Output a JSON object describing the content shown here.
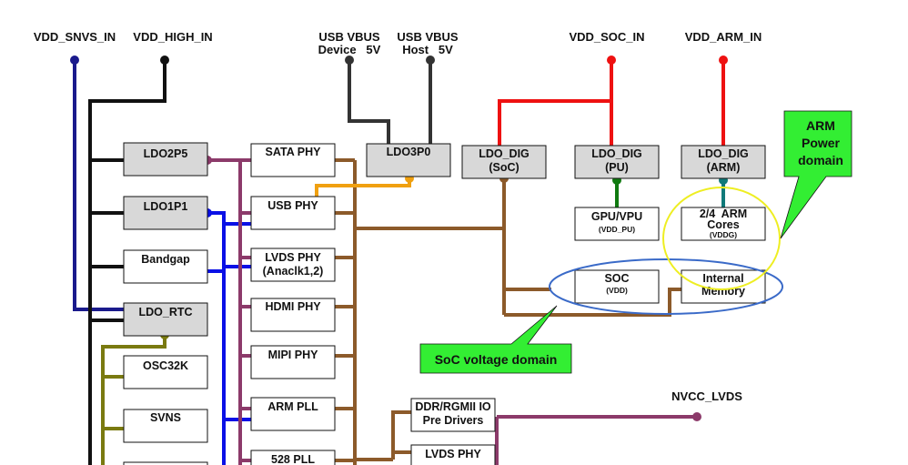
{
  "inputs": {
    "vdd_snvs_in": "VDD_SNVS_IN",
    "vdd_high_in": "VDD_HIGH_IN",
    "usb_vbus_device_1": "USB VBUS",
    "usb_vbus_device_2": "Device   5V",
    "usb_vbus_host_1": "USB VBUS",
    "usb_vbus_host_2": "Host   5V",
    "vdd_soc_in": "VDD_SOC_IN",
    "vdd_arm_in": "VDD_ARM_IN",
    "nvcc_lvds": "NVCC_LVDS"
  },
  "blocks": {
    "ldo2p5": "LDO2P5",
    "ldo1p1": "LDO1P1",
    "bandgap": "Bandgap",
    "ldo_rtc": "LDO_RTC",
    "osc32k": "OSC32K",
    "svns": "SVNS",
    "sata_phy": "SATA PHY",
    "usb_phy": "USB PHY",
    "lvds_phy_1": "LVDS PHY",
    "lvds_phy_2": "(Anaclk1,2)",
    "hdmi_phy": "HDMI PHY",
    "mipi_phy": "MIPI PHY",
    "arm_pll": "ARM PLL",
    "pll_528": "528 PLL",
    "ldo3p0": "LDO3P0",
    "ldo_dig_soc_1": "LDO_DIG",
    "ldo_dig_soc_2": "(SoC)",
    "ldo_dig_pu_1": "LDO_DIG",
    "ldo_dig_pu_2": "(PU)",
    "ldo_dig_arm_1": "LDO_DIG",
    "ldo_dig_arm_2": "(ARM)",
    "gpu_vpu_1": "GPU/VPU",
    "gpu_vpu_2": "(VDD_PU)",
    "arm_cores_1": "2/4  ARM",
    "arm_cores_2": "Cores",
    "arm_cores_3": "(VDDG)",
    "soc_1": "SOC",
    "soc_2": "(VDD)",
    "internal_memory_1": "Internal",
    "internal_memory_2": "Memory",
    "ddr_io_1": "DDR/RGMII IO",
    "ddr_io_2": "Pre Drivers",
    "lvds_phy_bottom": "LVDS PHY"
  },
  "callouts": {
    "arm_power_domain_1": "ARM",
    "arm_power_domain_2": "Power",
    "arm_power_domain_3": "domain",
    "soc_voltage_domain": "SoC voltage domain"
  },
  "colors": {
    "navy": "#1a1a8c",
    "black": "#111111",
    "blue": "#0a10e6",
    "plum": "#8c3a6a",
    "brown": "#8c5a2a",
    "olive": "#7a7a10",
    "orange": "#f0a010",
    "red": "#ee1111",
    "green": "#107a10",
    "teal": "#107a7a",
    "gray_block": "#d8d8d8",
    "callout_green": "#33ee33",
    "ellipse_blue": "#3a6ac8",
    "ellipse_yellow": "#eeee22"
  }
}
